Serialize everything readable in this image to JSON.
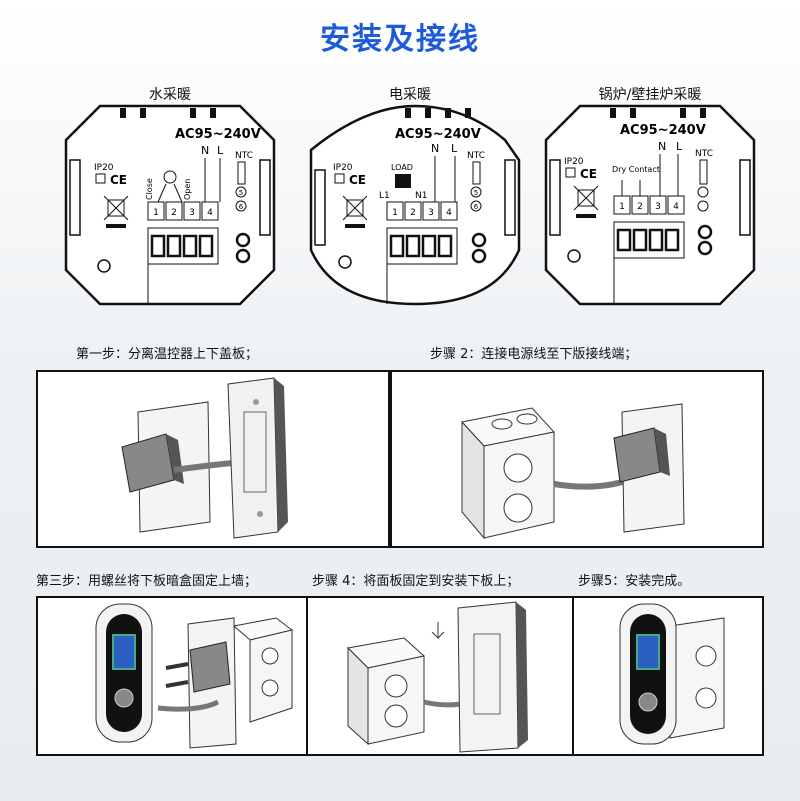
{
  "title": "安装及接线",
  "wiring": [
    {
      "label": "水采暖",
      "voltage": "AC95~240V",
      "ip": "IP20",
      "ce": "CE",
      "n": "N",
      "l": "L",
      "ntc": "NTC",
      "close": "Close",
      "open": "Open",
      "terms": [
        "1",
        "2",
        "3",
        "4"
      ],
      "ntc_terms": [
        "5",
        "6"
      ]
    },
    {
      "label": "电采暖",
      "voltage": "AC95~240V",
      "ip": "IP20",
      "ce": "CE",
      "n": "N",
      "l": "L",
      "ntc": "NTC",
      "load": "LOAD",
      "l1": "L1",
      "n1": "N1",
      "terms": [
        "1",
        "2",
        "3",
        "4"
      ],
      "ntc_terms": [
        "5",
        "6"
      ]
    },
    {
      "label": "锅炉/壁挂炉采暖",
      "voltage": "AC95~240V",
      "ip": "IP20",
      "ce": "CE",
      "n": "N",
      "l": "L",
      "ntc": "NTC",
      "dry": "Dry Contact",
      "terms": [
        "1",
        "2",
        "3",
        "4"
      ]
    }
  ],
  "steps": {
    "s1": "第一步：分离温控器上下盖板；",
    "s2": "步骤 2：连接电源线至下版接线端；",
    "s3": "第三步：用螺丝将下板暗盒固定上墙；",
    "s4": "步骤 4：将面板固定到安装下板上；",
    "s5": "步骤5：安装完成。"
  }
}
